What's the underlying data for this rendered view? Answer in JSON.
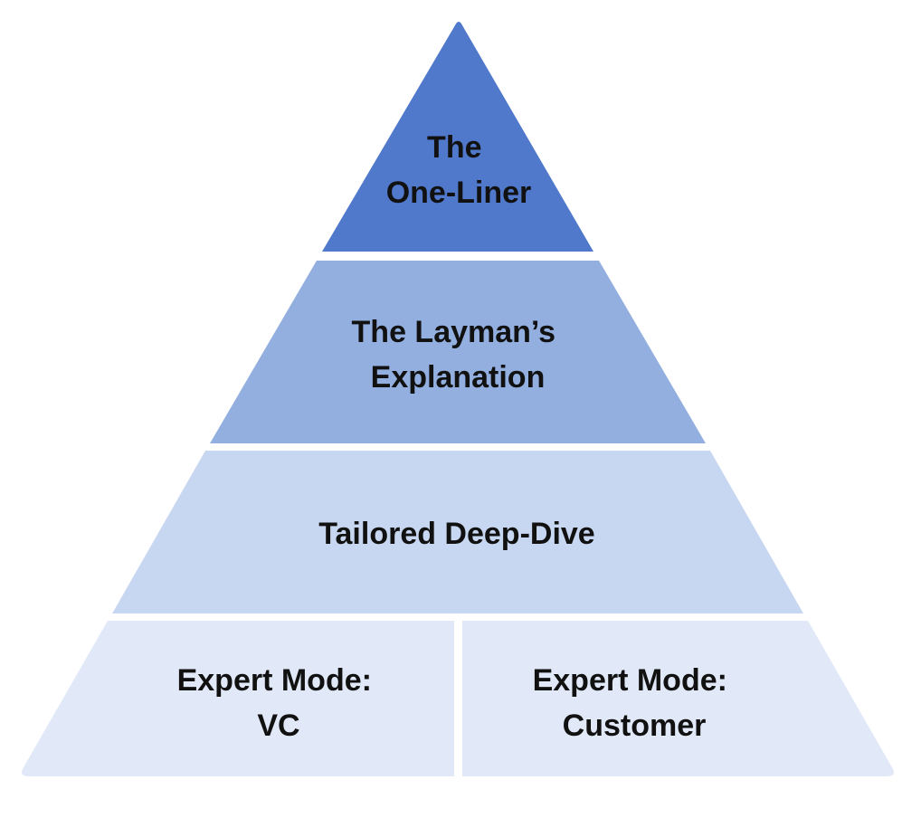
{
  "colors": {
    "background": "#ffffff",
    "text": "#111111",
    "tier_top": "#5079cc",
    "tier_second": "#93afe0",
    "tier_third": "#c8d7f1",
    "tier_bottom": "#e1e9f8"
  },
  "pyramid": {
    "tiers": [
      {
        "lines": [
          "The",
          "One-Liner"
        ]
      },
      {
        "lines": [
          "The Layman’s",
          "Explanation"
        ]
      },
      {
        "lines": [
          "Tailored Deep-Dive"
        ]
      }
    ],
    "base": {
      "left": {
        "lines": [
          "Expert Mode:",
          "VC"
        ]
      },
      "right": {
        "lines": [
          "Expert Mode:",
          "Customer"
        ]
      }
    }
  }
}
